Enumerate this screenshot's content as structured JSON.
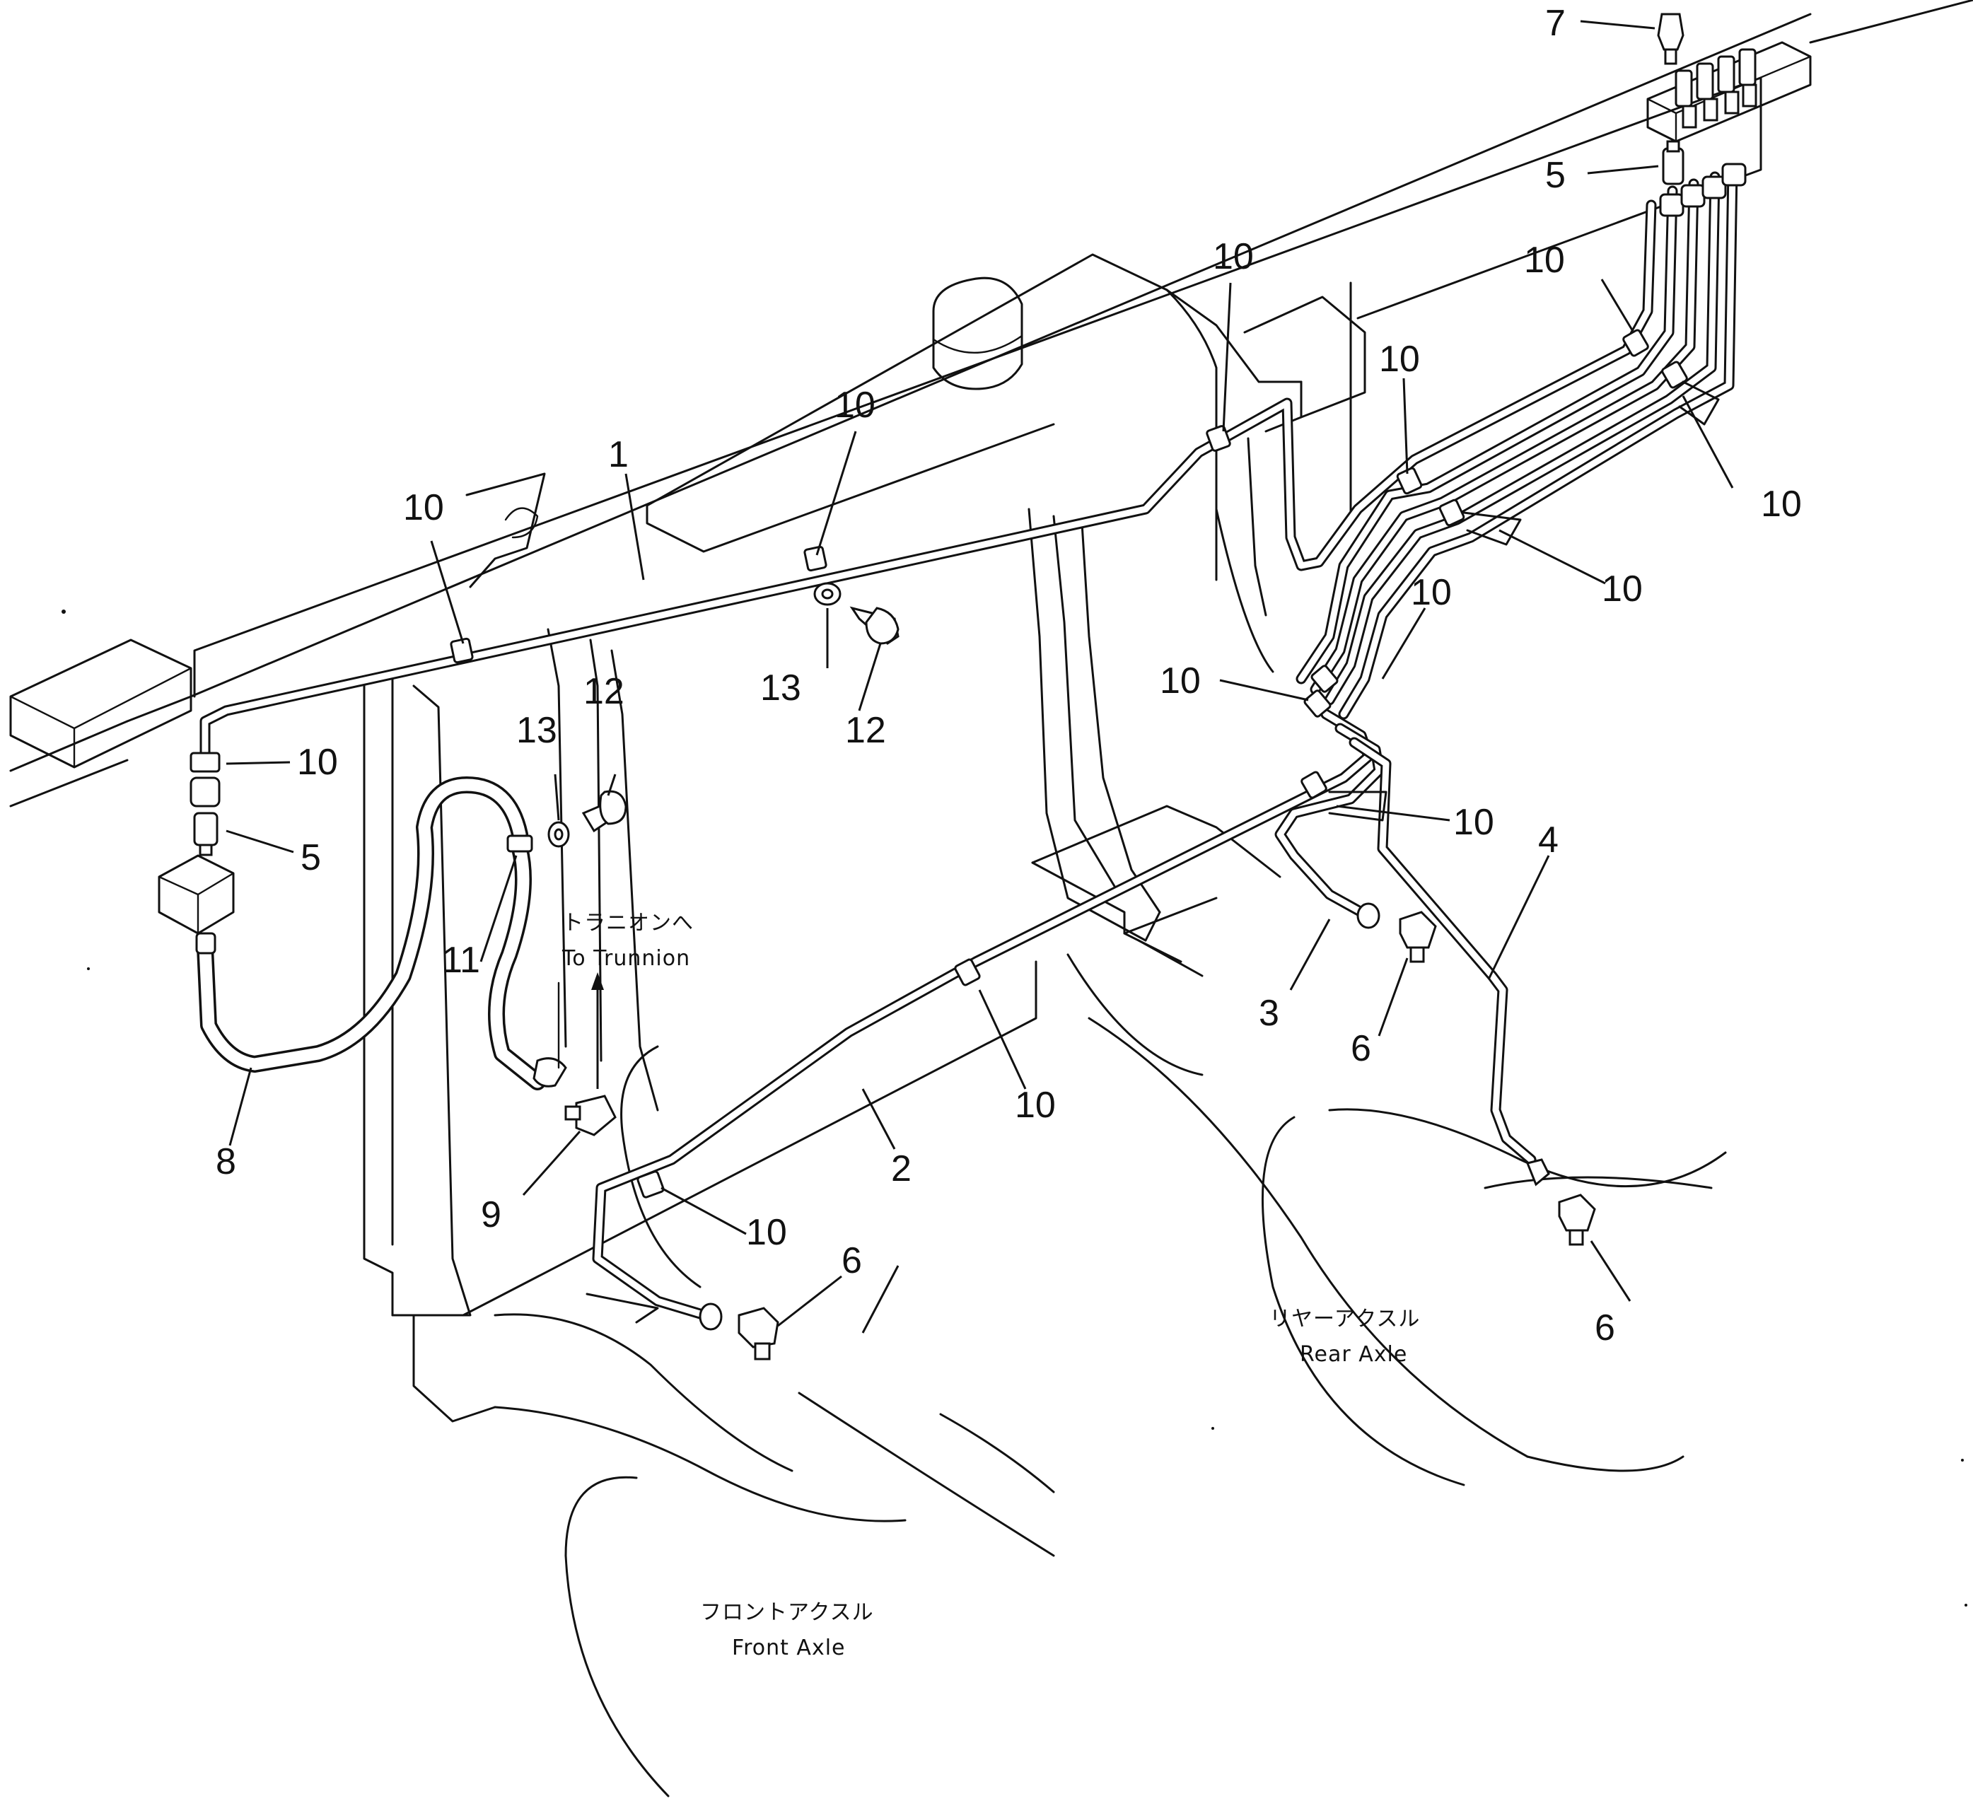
{
  "figure": {
    "callouts": {
      "c1": "1",
      "c2": "2",
      "c3": "3",
      "c4": "4",
      "c5a": "5",
      "c5b": "5",
      "c6a": "6",
      "c6b": "6",
      "c6c": "6",
      "c7": "7",
      "c8": "8",
      "c9": "9",
      "c10a": "10",
      "c10b": "10",
      "c10c": "10",
      "c10d": "10",
      "c10e": "10",
      "c10f": "10",
      "c10g": "10",
      "c10h": "10",
      "c10i": "10",
      "c10j": "10",
      "c10k": "10",
      "c10l": "10",
      "c10m": "10",
      "c11": "11",
      "c12a": "12",
      "c12b": "12",
      "c13a": "13",
      "c13b": "13"
    },
    "labels": {
      "trunnion_ja": "トラニオンへ",
      "trunnion_en": "To Trunnion",
      "rear_axle_ja": "リヤーアクスル",
      "rear_axle_en": "Rear Axle",
      "front_axle_ja": "フロントアクスル",
      "front_axle_en": "Front Axle"
    }
  }
}
